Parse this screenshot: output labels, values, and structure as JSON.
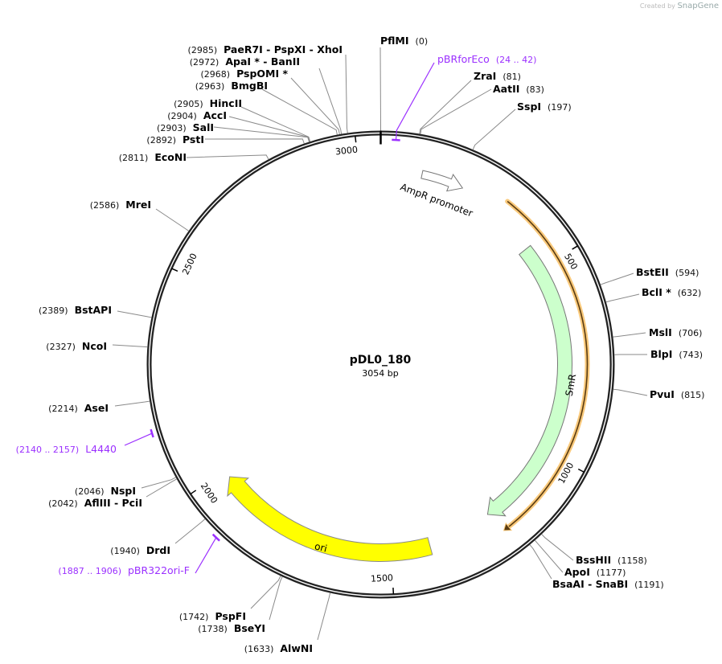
{
  "credit": {
    "prefix": "Created by",
    "brand": "SnapGene"
  },
  "plasmid": {
    "name": "pDL0_180",
    "size_label": "3054 bp",
    "length": 3054
  },
  "ticks": [
    "500",
    "1000",
    "1500",
    "2000",
    "2500",
    "3000"
  ],
  "enzymes": [
    {
      "name": "PflMI",
      "position": "(0)",
      "bp": 0
    },
    {
      "name": "ZraI",
      "position": "(81)",
      "bp": 81
    },
    {
      "name": "AatII",
      "position": "(83)",
      "bp": 83
    },
    {
      "name": "SspI",
      "position": "(197)",
      "bp": 197
    },
    {
      "name": "BstEII",
      "position": "(594)",
      "bp": 594
    },
    {
      "name": "BclI *",
      "position": "(632)",
      "bp": 632
    },
    {
      "name": "MslI",
      "position": "(706)",
      "bp": 706
    },
    {
      "name": "BlpI",
      "position": "(743)",
      "bp": 743
    },
    {
      "name": "PvuI",
      "position": "(815)",
      "bp": 815
    },
    {
      "name": "BssHII",
      "position": "(1158)",
      "bp": 1158
    },
    {
      "name": "ApoI",
      "position": "(1177)",
      "bp": 1177
    },
    {
      "name": "BsaAI  - SnaBI",
      "position": "(1191)",
      "bp": 1191
    },
    {
      "name": "AlwNI",
      "position": "(1633)",
      "bp": 1633
    },
    {
      "name": "BseYI",
      "position": "(1738)",
      "bp": 1738
    },
    {
      "name": "PspFI",
      "position": "(1742)",
      "bp": 1742
    },
    {
      "name": "DrdI",
      "position": "(1940)",
      "bp": 1940
    },
    {
      "name": "AflIII  - PciI",
      "position": "(2042)",
      "bp": 2042
    },
    {
      "name": "NspI",
      "position": "(2046)",
      "bp": 2046
    },
    {
      "name": "AseI",
      "position": "(2214)",
      "bp": 2214
    },
    {
      "name": "NcoI",
      "position": "(2327)",
      "bp": 2327
    },
    {
      "name": "BstAPI",
      "position": "(2389)",
      "bp": 2389
    },
    {
      "name": "MreI",
      "position": "(2586)",
      "bp": 2586
    },
    {
      "name": "EcoNI",
      "position": "(2811)",
      "bp": 2811
    },
    {
      "name": "PstI",
      "position": "(2892)",
      "bp": 2892
    },
    {
      "name": "SalI",
      "position": "(2903)",
      "bp": 2903
    },
    {
      "name": "AccI",
      "position": "(2904)",
      "bp": 2904
    },
    {
      "name": "HincII",
      "position": "(2905)",
      "bp": 2905
    },
    {
      "name": "BmgBI",
      "position": "(2963)",
      "bp": 2963
    },
    {
      "name": "PspOMI *",
      "position": "(2968)",
      "bp": 2968
    },
    {
      "name": "ApaI *  - BanII",
      "position": "(2972)",
      "bp": 2972
    },
    {
      "name": "PaeR7I   - PspXI   - XhoI",
      "position": "(2985)",
      "bp": 2985
    }
  ],
  "primers": [
    {
      "name": "pBRforEco",
      "position": "(24 .. 42)",
      "start": 24,
      "end": 42
    },
    {
      "name": "L4440",
      "position": "(2140 .. 2157)",
      "start": 2140,
      "end": 2157
    },
    {
      "name": "pBR322ori-F",
      "position": "(1887 .. 1906)",
      "start": 1887,
      "end": 1906
    }
  ],
  "features": [
    {
      "name": "AmpR promoter",
      "start": 104,
      "end": 211,
      "fill": "#ffffff",
      "stroke": "#777777"
    },
    {
      "name": "SmR",
      "start": 437,
      "end": 1226,
      "fill": "#ccffcc",
      "stroke": "#777777"
    },
    {
      "name": "ori",
      "start": 1398,
      "end": 1980,
      "fill": "#ffff00",
      "stroke": "#888888"
    },
    {
      "name": "",
      "start": 321,
      "end": 1217,
      "fill": "#f9c97b",
      "stroke": "#5a3c12"
    }
  ],
  "colors": {
    "primer": "#9b30ff",
    "backbone": "#222222"
  }
}
